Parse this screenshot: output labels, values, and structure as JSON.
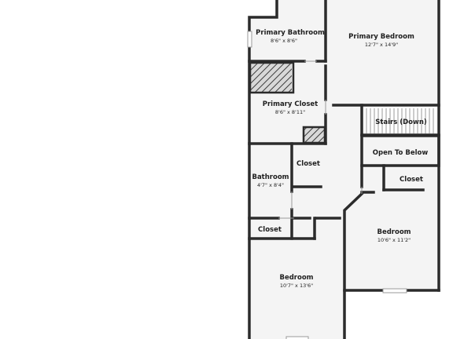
{
  "rooms": {
    "primary_bathroom": {
      "name": "Primary Bathroom",
      "dims": "8'6\" x 8'6\""
    },
    "primary_bedroom": {
      "name": "Primary Bedroom",
      "dims": "12'7\" x 14'9\""
    },
    "primary_closet": {
      "name": "Primary Closet",
      "dims": "8'6\" x 8'11\""
    },
    "stairs": {
      "name": "Stairs (Down)"
    },
    "open_to_below": {
      "name": "Open To Below"
    },
    "closet_mid": {
      "name": "Closet"
    },
    "closet_right": {
      "name": "Closet"
    },
    "bathroom": {
      "name": "Bathroom",
      "dims": "4'7\" x 8'4\""
    },
    "closet_left": {
      "name": "Closet"
    },
    "bedroom_right": {
      "name": "Bedroom",
      "dims": "10'6\" x 11'2\""
    },
    "bedroom_bottom": {
      "name": "Bedroom",
      "dims": "10'7\" x 13'6\""
    }
  },
  "colors": {
    "wall": "#2b2b2b",
    "floor": "#f4f4f4",
    "background": "#ffffff"
  }
}
